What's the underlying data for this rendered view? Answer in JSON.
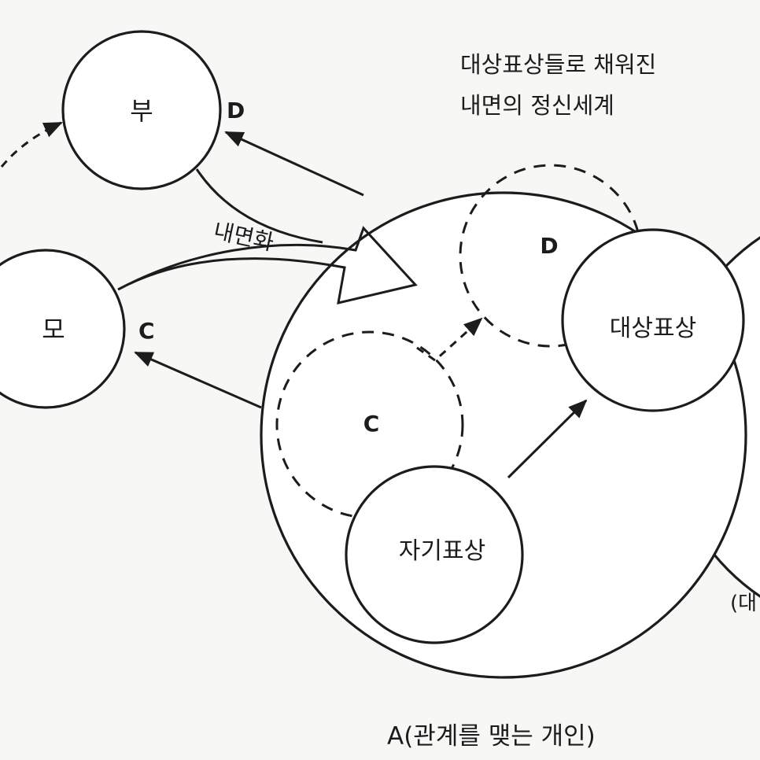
{
  "heading": {
    "line1": "대상표상들로 채워진",
    "line2": "내면의 정신세계"
  },
  "nodes": {
    "father": {
      "label": "부",
      "tag": "D"
    },
    "mother": {
      "label": "모",
      "tag": "C"
    },
    "object_rep": {
      "label": "대상표상"
    },
    "self_rep": {
      "label": "자기표상"
    },
    "inner_d": {
      "label": "D"
    },
    "inner_c": {
      "label": "C"
    }
  },
  "process_arrow": {
    "label": "내면화"
  },
  "individual": {
    "caption": "A(관계를  맺는 개인)"
  },
  "other_person": {
    "partial_caption": "(대"
  }
}
